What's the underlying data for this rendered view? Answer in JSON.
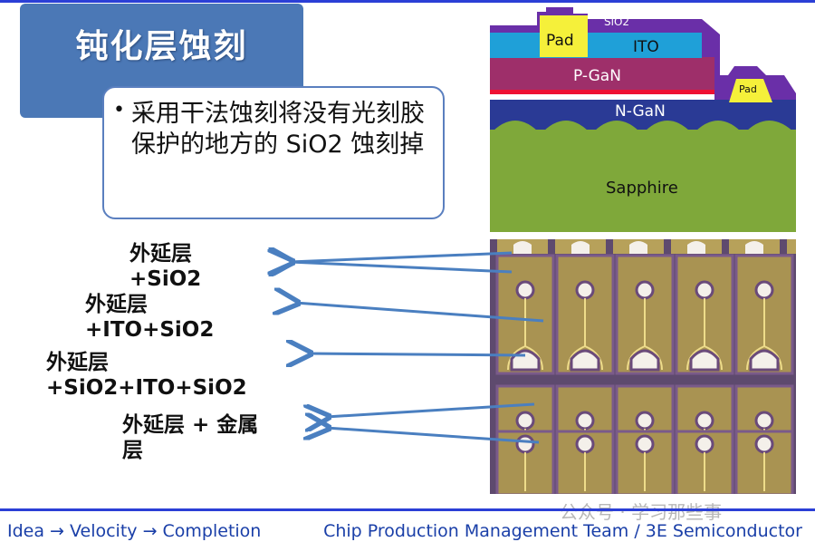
{
  "slide": {
    "title": "钝化层蚀刻",
    "bullet": "采用干法蚀刻将没有光刻胶保护的地方的 SiO2 蚀刻掉"
  },
  "labels": [
    {
      "line1": "外延层",
      "line2": "+SiO2"
    },
    {
      "line1": "外延层",
      "line2": "+ITO+SiO2"
    },
    {
      "line1": "外延层",
      "line2": "+SiO2+ITO+SiO2"
    },
    {
      "line1": "外延层 + 金属",
      "line2": "层"
    }
  ],
  "diagram": {
    "sio2": "SiO2",
    "pad_top": "Pad",
    "ito": "ITO",
    "pgan": "P-GaN",
    "pad_right": "Pad",
    "ngan": "N-GaN",
    "sapphire": "Sapphire"
  },
  "footer": {
    "left": "Idea → Velocity → Completion",
    "right": "Chip Production Management Team / 3E Semiconductor"
  },
  "watermark": "公众号 · 学习那些事",
  "colors": {
    "title_bg": "#4b78b6",
    "accent_line": "#2b3fd6",
    "footer_text": "#1a3fa8",
    "arrow": "#4a7fc0"
  }
}
